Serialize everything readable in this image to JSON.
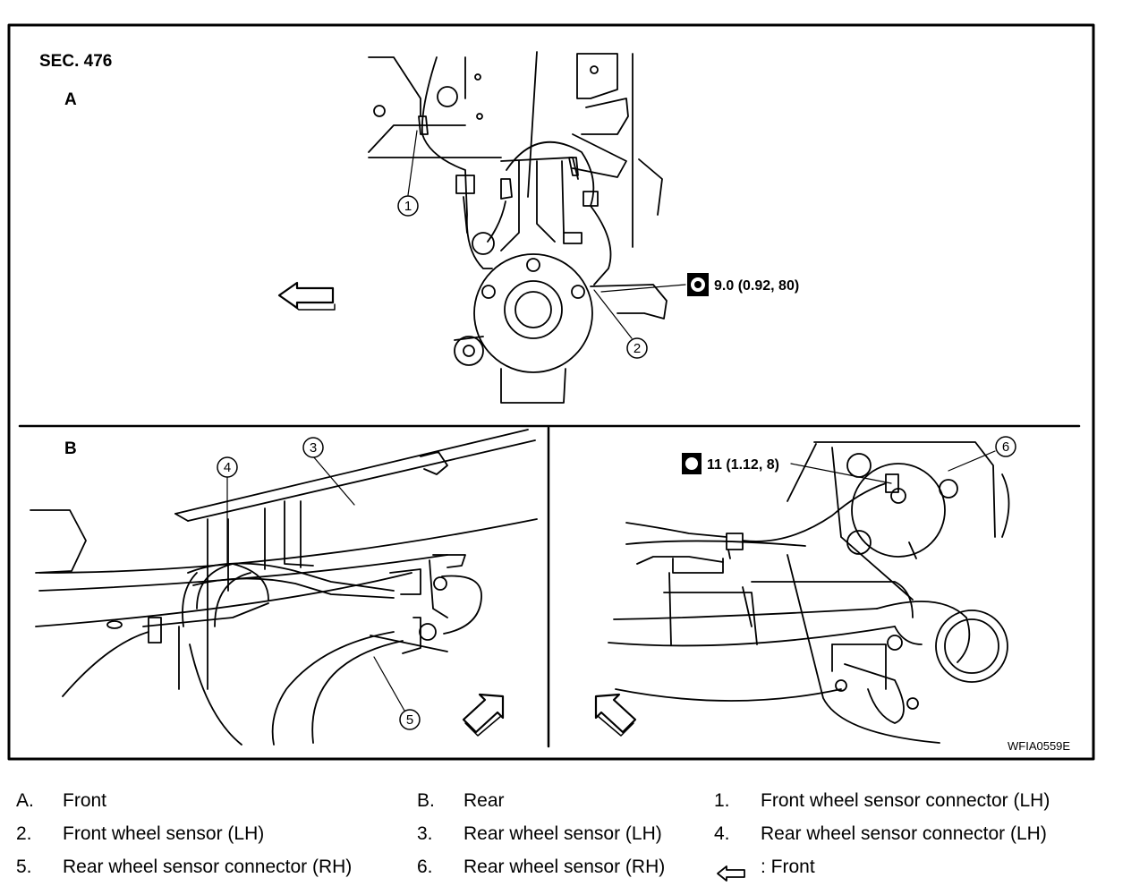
{
  "section": "SEC. 476",
  "panels": {
    "a": "A",
    "b": "B"
  },
  "callouts": [
    "1",
    "2",
    "3",
    "4",
    "5",
    "6"
  ],
  "torque_front": "9.0 (0.92, 80)",
  "torque_rear": "11 (1.12, 8)",
  "figure_code": "WFIA0559E",
  "legend": {
    "col1": [
      {
        "key": "A.",
        "text": "Front"
      },
      {
        "key": "2.",
        "text": "Front wheel sensor (LH)"
      },
      {
        "key": "5.",
        "text": "Rear wheel sensor connector (RH)"
      }
    ],
    "col2": [
      {
        "key": "B.",
        "text": "Rear"
      },
      {
        "key": "3.",
        "text": "Rear wheel sensor (LH)"
      },
      {
        "key": "6.",
        "text": "Rear wheel sensor (RH)"
      }
    ],
    "col3": [
      {
        "key": "1.",
        "text": "Front wheel sensor connector (LH)"
      },
      {
        "key": "4.",
        "text": "Rear wheel sensor connector (LH)"
      },
      {
        "key": "arrow",
        "text": ": Front"
      }
    ]
  }
}
